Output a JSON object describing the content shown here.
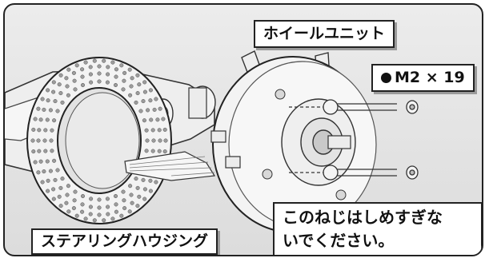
{
  "labels": {
    "wheel_unit": "ホイールユニット",
    "screw_spec": "M2 × 19",
    "warning_line1": "このねじはしめすぎな",
    "warning_line2": "いでください。",
    "steering_housing": "ステアリングハウジング"
  },
  "colors": {
    "background": "#e4e4e4",
    "part_fill": "#f2f2f2",
    "part_stroke": "#333333",
    "hole": "#9c9c9c"
  }
}
